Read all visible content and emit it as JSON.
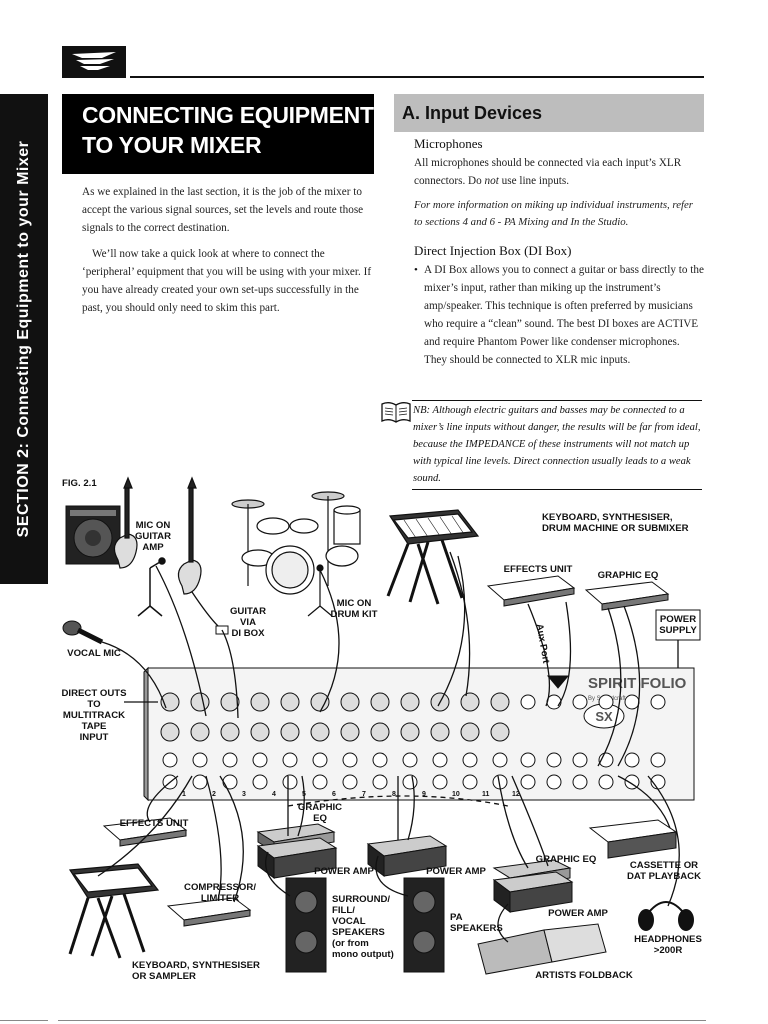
{
  "side_tab": "SECTION 2:  Connecting Equipment to your Mixer",
  "main_title_lines": [
    "CONNECTING EQUIPMENT",
    "TO YOUR MIXER"
  ],
  "intro": [
    "As we explained in the last section, it is the job of the mixer to accept the various signal sources, set the levels and route those signals to the correct destination.",
    "We’ll now take a quick look at where to connect the ‘peripheral’ equipment that you will be using with your mixer. If you have already created your own set-ups successfully in the past, you should only need to skim this part."
  ],
  "section_header": "A. Input Devices",
  "microphones": {
    "heading": "Microphones",
    "text_before": "All microphones should be connected via each input’s XLR connectors. Do ",
    "text_em": "not",
    "text_after": " use line inputs."
  },
  "reference_note": "For more information on miking up individual instruments, refer to sections 4 and 6 - PA Mixing and In the Studio.",
  "di_box": {
    "heading": "Direct Injection Box (DI Box)",
    "bullet": "•",
    "text": "A DI Box allows you to connect a guitar or bass directly to the mixer’s input, rather than miking up the instrument’s amp/speaker. This technique is often preferred by musicians who require a “clean” sound.          The best DI boxes are ACTIVE and require Phantom Power like condenser microphones. They should be connected to XLR mic inputs."
  },
  "nb_note": "NB: Although electric guitars and basses may be connected to a mixer’s line inputs without danger, the results will be far from ideal, because the IMPEDANCE of these instruments will not match up with typical line levels. Direct connection usually leads to a weak sound.",
  "figure": {
    "fig_label": "FIG. 2.1",
    "labels": {
      "mic_on_guitar_amp": [
        "MIC ON",
        "GUITAR",
        "AMP"
      ],
      "guitar_via_di_box": [
        "GUITAR",
        "VIA",
        "DI BOX"
      ],
      "mic_on_drum_kit": [
        "MIC ON",
        "DRUM KIT"
      ],
      "keyboard_top": [
        "KEYBOARD, SYNTHESISER,",
        "DRUM MACHINE OR SUBMIXER"
      ],
      "effects_unit_top": [
        "EFFECTS UNIT"
      ],
      "graphic_eq_top": [
        "GRAPHIC EQ"
      ],
      "power_supply": [
        "POWER",
        "SUPPLY"
      ],
      "aux_port": [
        "Aux Port"
      ],
      "vocal_mic": [
        "VOCAL MIC"
      ],
      "direct_outs": [
        "DIRECT OUTS",
        "TO",
        "MULTITRACK",
        "TAPE",
        "INPUT"
      ],
      "effects_unit_bottom": [
        "EFFECTS UNIT"
      ],
      "graphic_eq_mid": [
        "GRAPHIC",
        "EQ"
      ],
      "power_amp_1": [
        "POWER AMP"
      ],
      "power_amp_2": [
        "POWER AMP"
      ],
      "graphic_eq_right": [
        "GRAPHIC EQ"
      ],
      "power_amp_3": [
        "POWER AMP"
      ],
      "compressor": [
        "COMPRESSOR/",
        "LIMITER"
      ],
      "surround": [
        "SURROUND/",
        "FILL/",
        "VOCAL",
        "SPEAKERS",
        "(or from",
        "mono output)"
      ],
      "pa_speakers": [
        "PA",
        "SPEAKERS"
      ],
      "cassette": [
        "CASSETTE OR",
        "DAT PLAYBACK"
      ],
      "headphones": [
        "HEADPHONES",
        ">200R"
      ],
      "keyboard_bottom": [
        "KEYBOARD, SYNTHESISER",
        "OR SAMPLER"
      ],
      "artists_foldback": [
        "ARTISTS FOLDBACK"
      ]
    },
    "mixer_brand": "SPIRIT FOLIO",
    "mixer_sub": "By Soundcraft",
    "mixer_badge": "SX",
    "channel_numbers": [
      "1",
      "2",
      "3",
      "4",
      "5",
      "6",
      "7",
      "8",
      "9",
      "10",
      "11",
      "12"
    ]
  }
}
